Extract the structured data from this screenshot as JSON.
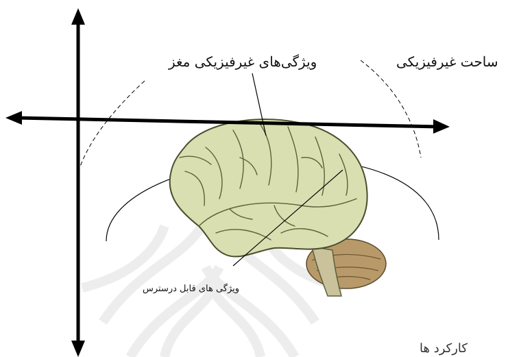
{
  "labels": {
    "outer": "ساحت غیرفیزیکی",
    "inner": "ویژگی‌های غیرفیزیکی مغز",
    "accessible": "ویژگی های قابل درسترس",
    "bottom_partial": "کاركرد ها"
  },
  "colors": {
    "axis": "#000000",
    "brain_fill": "#d9dfb0",
    "brain_fold": "#5b5f3a",
    "cerebellum": "#b89a6a",
    "watermark": "#eeeeee"
  },
  "icons": {
    "brain": "brain-illustration",
    "watermark": "ornamental-star-pattern"
  }
}
